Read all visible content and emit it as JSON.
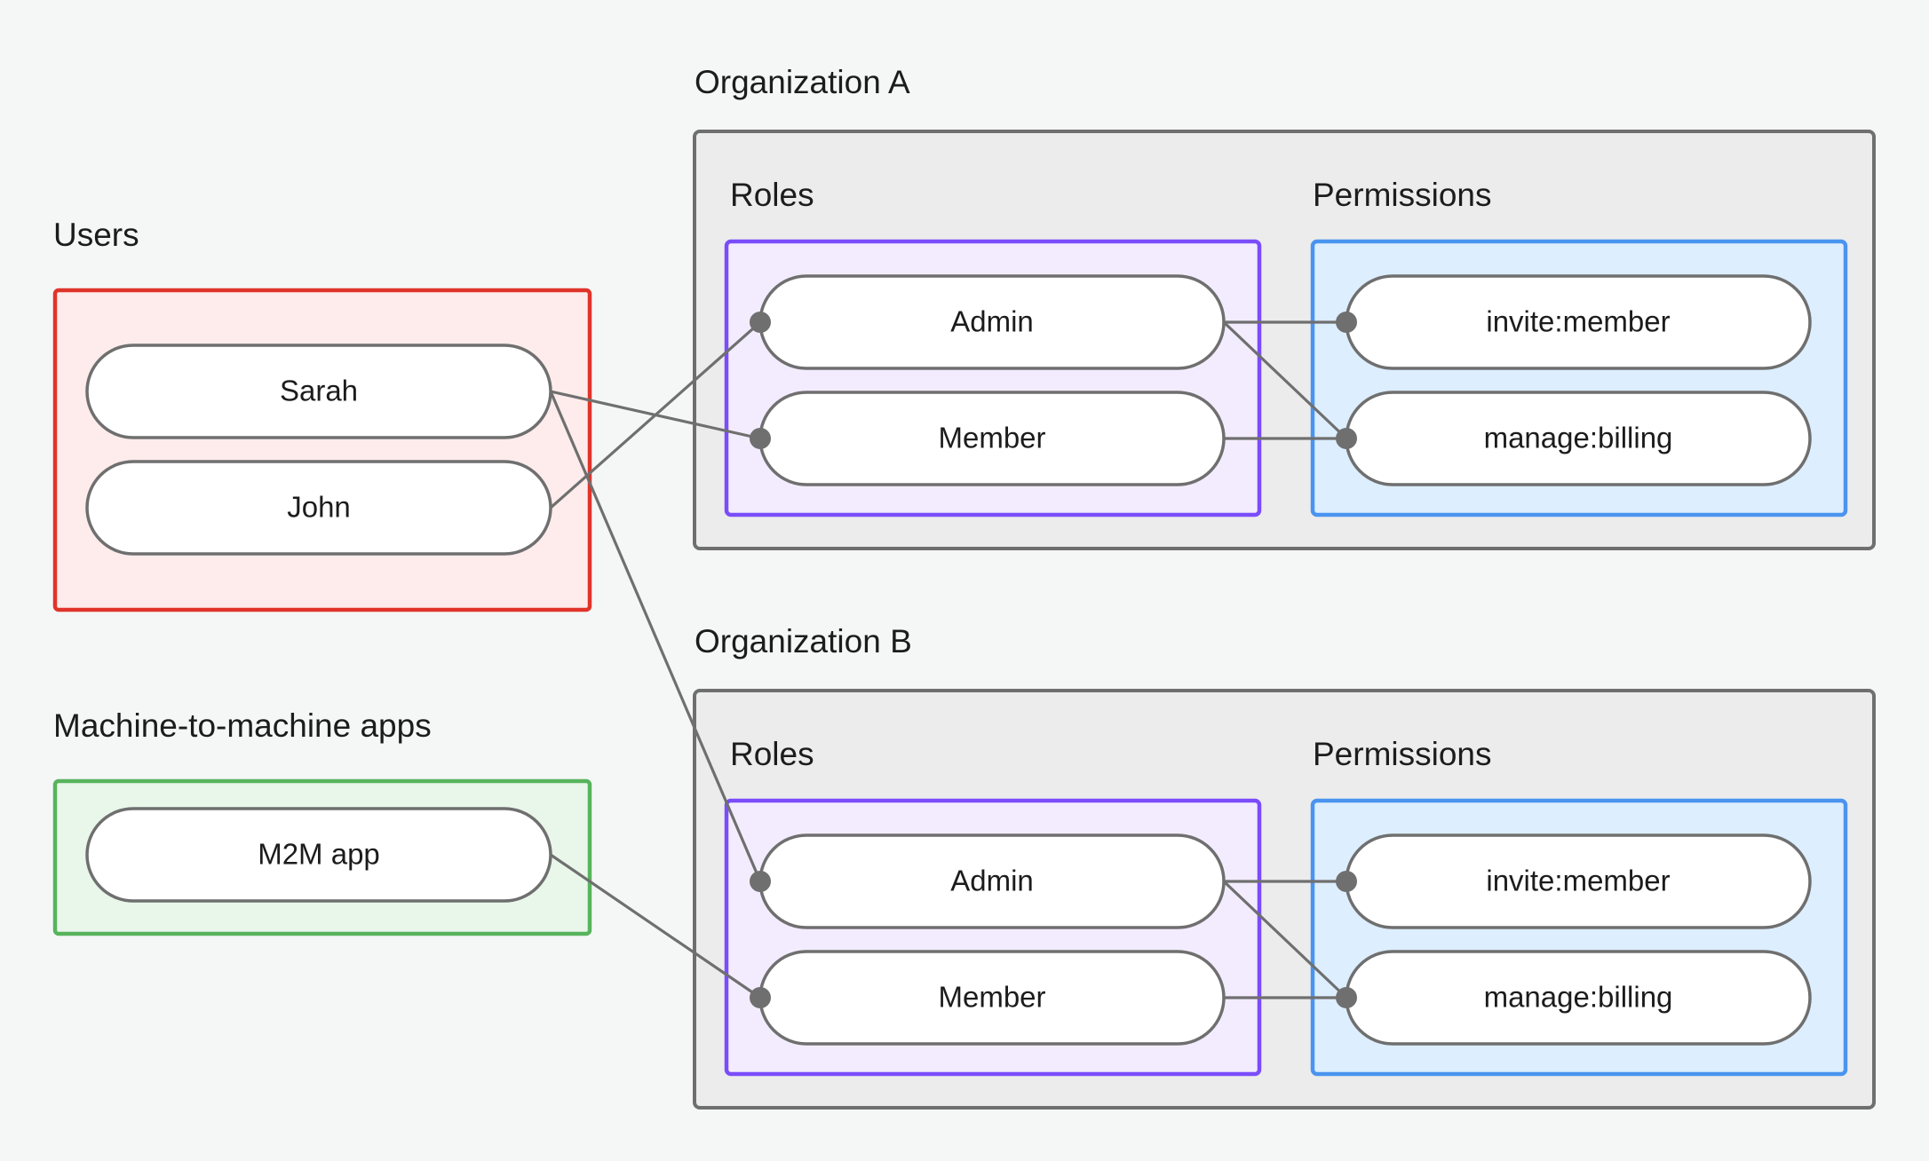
{
  "page": {
    "background_color": "#f5f7f6",
    "title_users": "Users",
    "title_m2m": "Machine-to-machine apps",
    "title_org_a": "Organization A",
    "title_org_b": "Organization B"
  },
  "colors": {
    "page_bg": "#f5f7f6",
    "org_box_fill": "#ececec",
    "org_box_border": "#6f6f6f",
    "roles_fill": "#f3ecfe",
    "roles_border": "#7b4dfa",
    "permissions_fill": "#ddeeff",
    "permissions_border": "#4a94ef",
    "users_fill": "#fdeceb",
    "users_border": "#e0342a",
    "m2m_fill": "#e9f6ea",
    "m2m_border": "#57b45c",
    "node_fill": "#ffffff",
    "node_border": "#6f6f6f",
    "edge": "#6f6f6f",
    "text": "#1c1c1c"
  },
  "users_group": {
    "label": "Users",
    "nodes": [
      {
        "id": "sarah",
        "label": "Sarah"
      },
      {
        "id": "john",
        "label": "John"
      }
    ]
  },
  "m2m_group": {
    "label": "Machine-to-machine apps",
    "nodes": [
      {
        "id": "m2m-app",
        "label": "M2M app"
      }
    ]
  },
  "org_a": {
    "label": "Organization A",
    "roles_label": "Roles",
    "permissions_label": "Permissions",
    "roles": [
      {
        "id": "a-admin",
        "label": "Admin"
      },
      {
        "id": "a-member",
        "label": "Member"
      }
    ],
    "permissions": [
      {
        "id": "a-invite",
        "label": "invite:member"
      },
      {
        "id": "a-billing",
        "label": "manage:billing"
      }
    ]
  },
  "org_b": {
    "label": "Organization B",
    "roles_label": "Roles",
    "permissions_label": "Permissions",
    "roles": [
      {
        "id": "b-admin",
        "label": "Admin"
      },
      {
        "id": "b-member",
        "label": "Member"
      }
    ],
    "permissions": [
      {
        "id": "b-invite",
        "label": "invite:member"
      },
      {
        "id": "b-billing",
        "label": "manage:billing"
      }
    ]
  },
  "edges": [
    {
      "from": "john",
      "to": "a-admin",
      "name": "edge-john-to-orga-admin"
    },
    {
      "from": "sarah",
      "to": "a-member",
      "name": "edge-sarah-to-orga-member"
    },
    {
      "from": "sarah",
      "to": "b-admin",
      "name": "edge-sarah-to-orgb-admin"
    },
    {
      "from": "m2m-app",
      "to": "b-member",
      "name": "edge-m2mapp-to-orgb-member"
    },
    {
      "from": "a-admin",
      "to": "a-invite",
      "name": "edge-orga-admin-to-invite-member"
    },
    {
      "from": "a-admin",
      "to": "a-billing",
      "name": "edge-orga-admin-to-manage-billing"
    },
    {
      "from": "a-member",
      "to": "a-billing",
      "name": "edge-orga-member-to-manage-billing"
    },
    {
      "from": "b-admin",
      "to": "b-invite",
      "name": "edge-orgb-admin-to-invite-member"
    },
    {
      "from": "b-admin",
      "to": "b-billing",
      "name": "edge-orgb-admin-to-manage-billing"
    },
    {
      "from": "b-member",
      "to": "b-billing",
      "name": "edge-orgb-member-to-manage-billing"
    }
  ]
}
